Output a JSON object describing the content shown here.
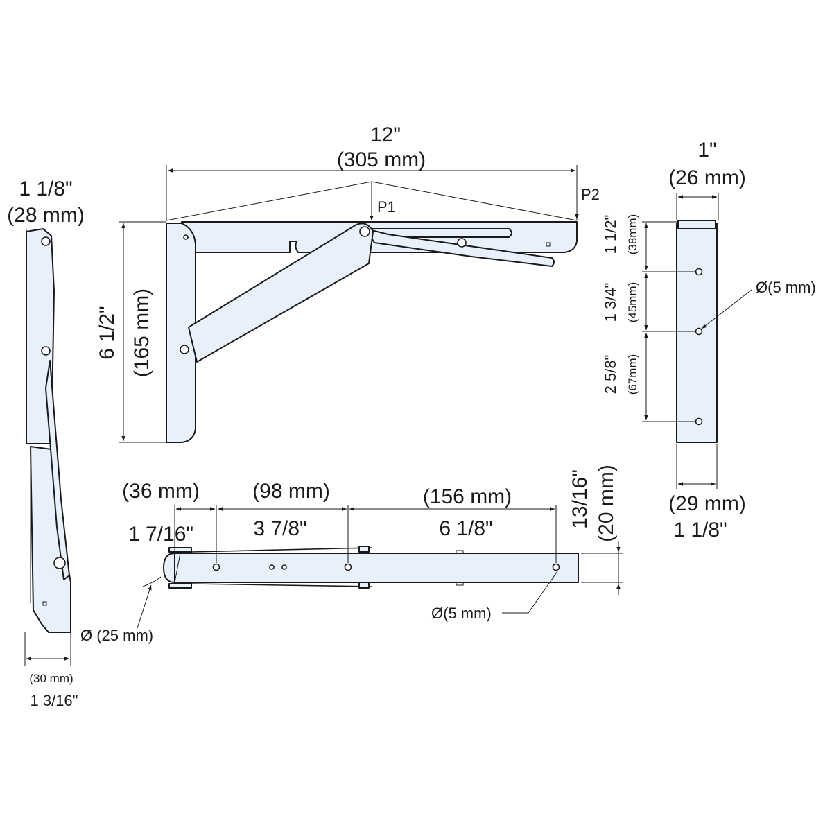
{
  "colors": {
    "part_fill": "#e8f1fb",
    "line": "#1a1a1a",
    "background": "#ffffff"
  },
  "side_view": {
    "width_in": "1 1/8\"",
    "width_mm": "(28 mm)",
    "bottom_mm": "(30 mm)",
    "bottom_in": "1 3/16\"",
    "pivot_dia": "Ø (25 mm)"
  },
  "main_view": {
    "length_in": "12\"",
    "length_mm": "(305 mm)",
    "p1": "P1",
    "p2": "P2",
    "height_in": "6 1/2\"",
    "height_mm": "(165 mm)"
  },
  "end_view": {
    "width_in": "1\"",
    "width_mm": "(26 mm)",
    "sp1_in": "1 1/2\"",
    "sp1_mm": "(38mm)",
    "sp2_in": "1 3/4\"",
    "sp2_mm": "(45mm)",
    "sp3_in": "2 5/8\"",
    "sp3_mm": "(67mm)",
    "hole_dia": "Ø(5 mm)",
    "bottom_mm": "(29 mm)",
    "bottom_in": "1 1/8\""
  },
  "top_view": {
    "d1_mm": "(36 mm)",
    "d1_in": "1 7/16\"",
    "d2_mm": "(98 mm)",
    "d2_in": "3 7/8\"",
    "d3_mm": "(156 mm)",
    "d3_in": "6 1/8\"",
    "thick_in": "13/16\"",
    "thick_mm": "(20 mm)",
    "hole_dia": "Ø(5 mm)"
  }
}
